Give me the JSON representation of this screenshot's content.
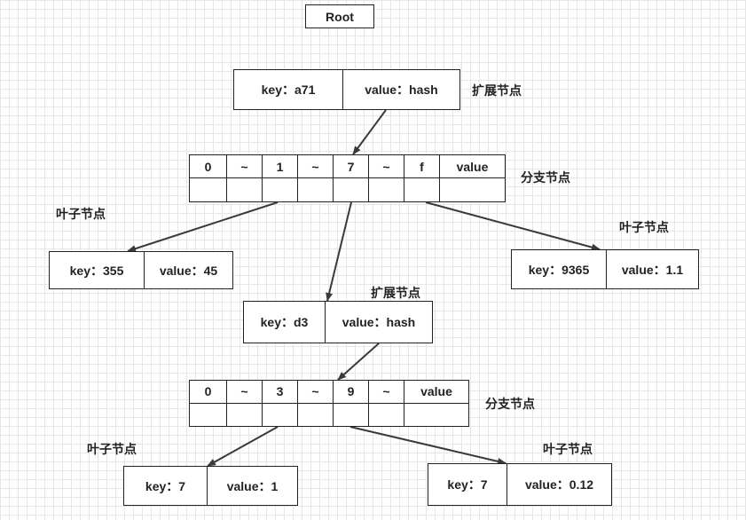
{
  "root": {
    "label": "Root"
  },
  "extension1": {
    "key": "key：a71",
    "value": "value：hash",
    "caption": "扩展节点"
  },
  "branch1": {
    "cells": [
      "0",
      "~",
      "1",
      "~",
      "7",
      "~",
      "f",
      "value"
    ],
    "caption": "分支节点"
  },
  "leaf_left": {
    "key": "key：355",
    "value": "value：45",
    "caption": "叶子节点"
  },
  "leaf_right": {
    "key": "key：9365",
    "value": "value：1.1",
    "caption": "叶子节点"
  },
  "extension2": {
    "key": "key：d3",
    "value": "value：hash",
    "caption": "扩展节点"
  },
  "branch2": {
    "cells": [
      "0",
      "~",
      "3",
      "~",
      "9",
      "~",
      "value"
    ],
    "caption": "分支节点"
  },
  "leaf_bottom_left": {
    "key": "key：7",
    "value": "value：1",
    "caption": "叶子节点"
  },
  "leaf_bottom_right": {
    "key": "key：7",
    "value": "value：0.12",
    "caption": "叶子节点"
  },
  "colors": {
    "stroke": "#222222",
    "grid": "#e6e6e6",
    "arrow": "#3a3a3a"
  }
}
